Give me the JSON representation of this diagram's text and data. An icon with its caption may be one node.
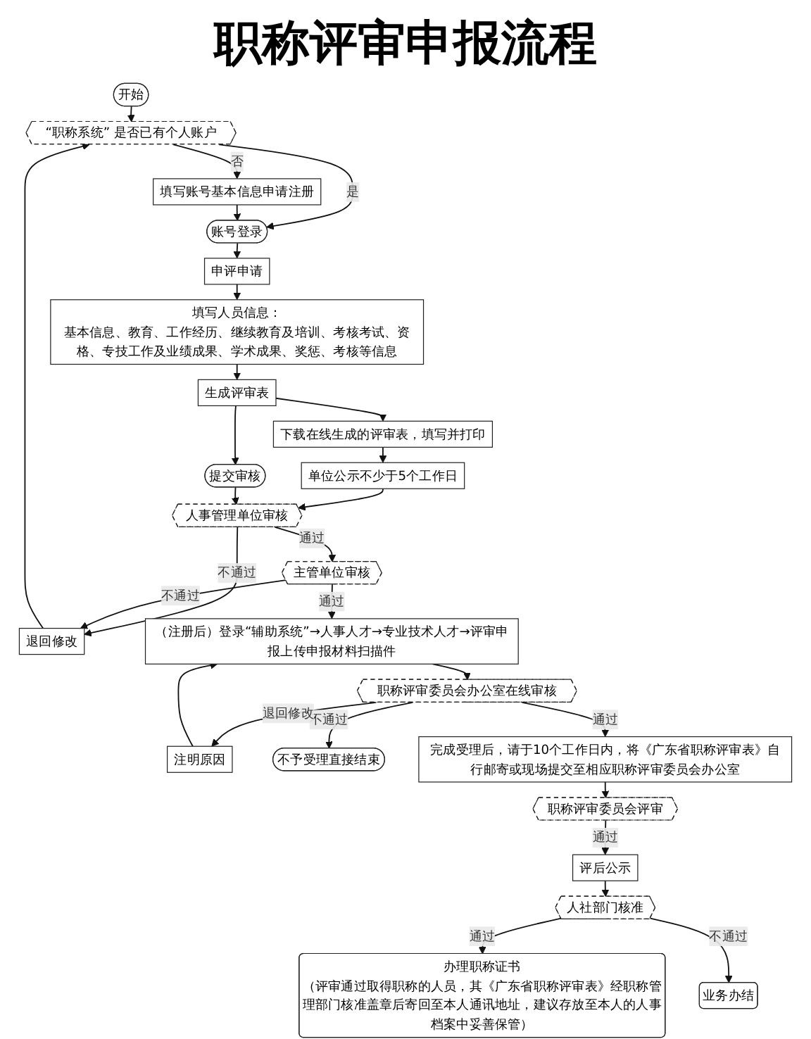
{
  "diagram": {
    "title": "职称评审申报流程",
    "nodes": [
      {
        "text": [
          "开始"
        ]
      },
      {
        "text": [
          "“职称系统” 是否已有个人账户"
        ]
      },
      {
        "text": [
          "账号登录"
        ]
      },
      {
        "text": [
          "填写账号基本信息申请注册"
        ]
      },
      {
        "text": [
          "申评申请"
        ]
      },
      {
        "text": [
          "填写人员信息：",
          "基本信息、教育、工作经历、继续教育及培训、考核考试、资格、专技工作及业绩成果、学术成果、奖惩、考核等信息"
        ]
      },
      {
        "text": [
          "生成评审表"
        ]
      },
      {
        "text": [
          "下载在线生成的评审表，填写并打印"
        ]
      },
      {
        "text": [
          "提交审核"
        ]
      },
      {
        "text": [
          "退回修改"
        ]
      },
      {
        "text": [
          "人事管理单位审核"
        ]
      },
      {
        "text": [
          "单位公示不少于5个工作日"
        ]
      },
      {
        "text": [
          "主管单位审核"
        ]
      },
      {
        "text": [
          "（注册后）登录“辅助系统”→人事人才→专业技术人才→评审申报上传申报材料扫描件"
        ]
      },
      {
        "text": [
          "注明原因"
        ]
      },
      {
        "text": [
          "不予受理直接结束"
        ]
      },
      {
        "text": [
          "职称评审委员会办公室在线审核"
        ]
      },
      {
        "text": [
          "完成受理后，请于10个工作日内，将《广东省职称评审表》自行邮寄或现场提交至相应职称评审委员会办公室"
        ]
      },
      {
        "text": [
          "职称评审委员会评审"
        ]
      },
      {
        "text": [
          "评后公示"
        ]
      },
      {
        "text": [
          "人社部门核准"
        ]
      },
      {
        "text": [
          "办理职称证书",
          "（评审通过取得职称的人员，其《广东省职称评审表》经职称管理部门核准盖章后寄回至本人通讯地址，建议存放至本人的人事档案中妥善保管）"
        ]
      },
      {
        "text": [
          "业务办结"
        ]
      }
    ],
    "edges": [
      {
        "from": 0,
        "to": 1,
        "arrow": "to"
      },
      {
        "from": 1,
        "to": 2,
        "arrow": "to",
        "label": "是"
      },
      {
        "from": 1,
        "to": 3,
        "arrow": "to",
        "label": "否"
      },
      {
        "from": 3,
        "to": 2,
        "arrow": "to"
      },
      {
        "from": 2,
        "to": 4,
        "arrow": "to"
      },
      {
        "from": 4,
        "to": 5,
        "arrow": "to"
      },
      {
        "from": 5,
        "to": 6,
        "arrow": "to"
      },
      {
        "from": 6,
        "to": 7,
        "arrow": "to"
      },
      {
        "from": 6,
        "to": 8,
        "arrow": "to"
      },
      {
        "from": 7,
        "to": 11,
        "arrow": "to"
      },
      {
        "from": 11,
        "to": 10,
        "arrow": "to"
      },
      {
        "from": 8,
        "to": 10,
        "arrow": "to"
      },
      {
        "from": 10,
        "to": 9,
        "arrow": "to",
        "label": "不通过"
      },
      {
        "from": 10,
        "to": 12,
        "arrow": "to",
        "label": "通过"
      },
      {
        "from": 12,
        "to": 9,
        "arrow": "to",
        "label": "不通过"
      },
      {
        "from": 9,
        "to": 1,
        "arrow": "to"
      },
      {
        "from": 12,
        "to": 13,
        "arrow": "to",
        "label": "通过"
      },
      {
        "from": 13,
        "to": 16,
        "arrow": "to"
      },
      {
        "from": 16,
        "to": 15,
        "arrow": "to",
        "label": "不通过"
      },
      {
        "from": 16,
        "to": 14,
        "arrow": "to",
        "label": "退回修改"
      },
      {
        "from": 14,
        "to": 13,
        "arrow": "to"
      },
      {
        "from": 16,
        "to": 17,
        "arrow": "to",
        "label": "通过"
      },
      {
        "from": 17,
        "to": 18,
        "arrow": "to"
      },
      {
        "from": 18,
        "to": 19,
        "arrow": "to",
        "label": "通过"
      },
      {
        "from": 19,
        "to": 20,
        "arrow": "to"
      },
      {
        "from": 20,
        "to": 21,
        "arrow": "to",
        "label": "通过"
      },
      {
        "from": 20,
        "to": 22,
        "arrow": "to",
        "label": "不通过"
      }
    ]
  }
}
